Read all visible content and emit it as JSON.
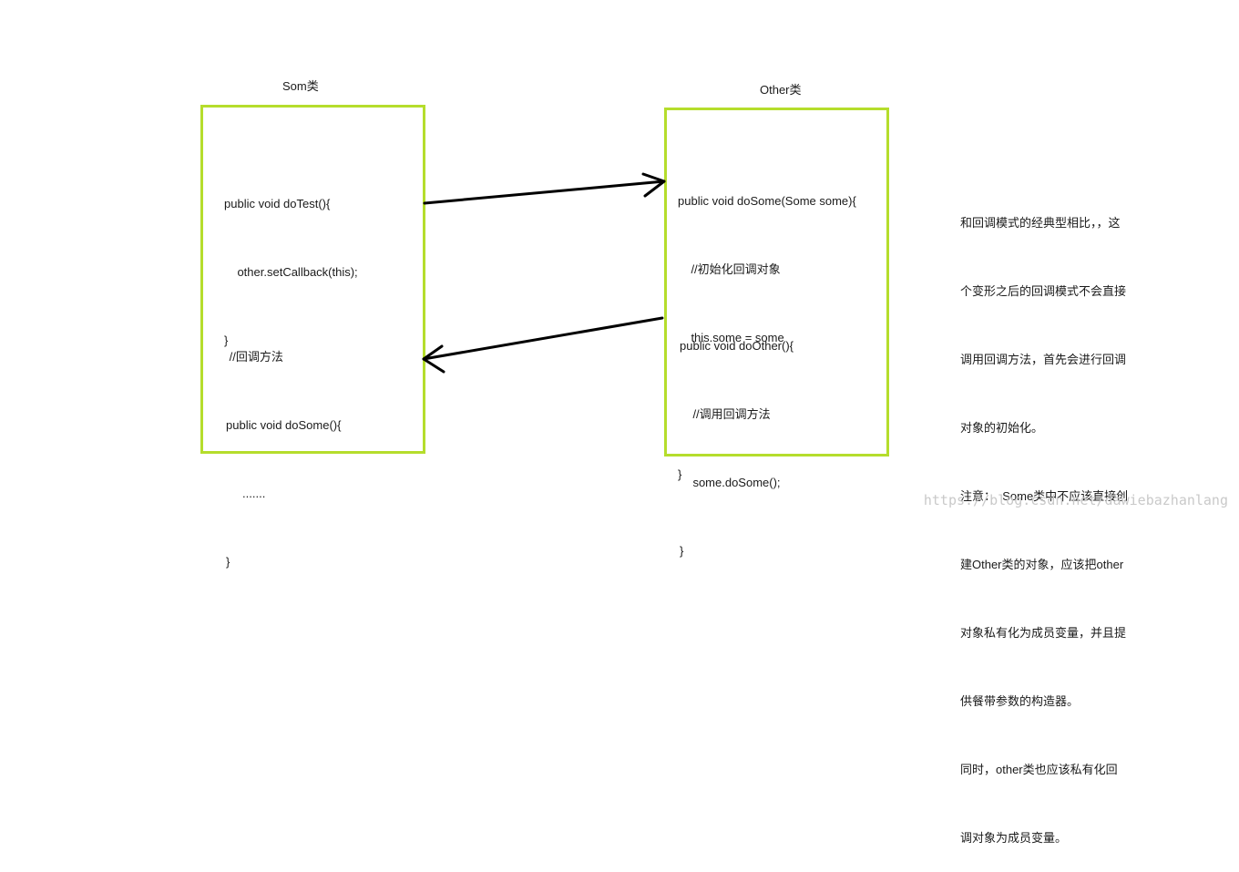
{
  "som_class": {
    "title": "Som类",
    "block1": [
      "public void doTest(){",
      "    other.setCallback(this);",
      "}"
    ],
    "block2": [
      " //回调方法",
      "public void doSome(){",
      "     .......",
      "}"
    ]
  },
  "other_class": {
    "title": "Other类",
    "block1": [
      "public void doSome(Some some){",
      "    //初始化回调对象",
      "    this.some = some",
      "",
      "}"
    ],
    "block2": [
      "public void doOther(){",
      "    //调用回调方法",
      "    some.doSome();",
      "}"
    ]
  },
  "note": [
    "和回调模式的经典型相比，，这",
    "个变形之后的回调模式不会直接",
    "调用回调方法，首先会进行回调",
    "对象的初始化。",
    "注意：  Some类中不应该直接创",
    "建Other类的对象，应该把other",
    "对象私有化为成员变量，并且提",
    "供餐带参数的构造器。",
    "同时，other类也应该私有化回",
    "调对象为成员变量。"
  ],
  "watermark": "https://blog.csdn.net/dawiebazhanlang",
  "colors": {
    "box_border": "#b5dd2c",
    "arrow": "#000000"
  }
}
